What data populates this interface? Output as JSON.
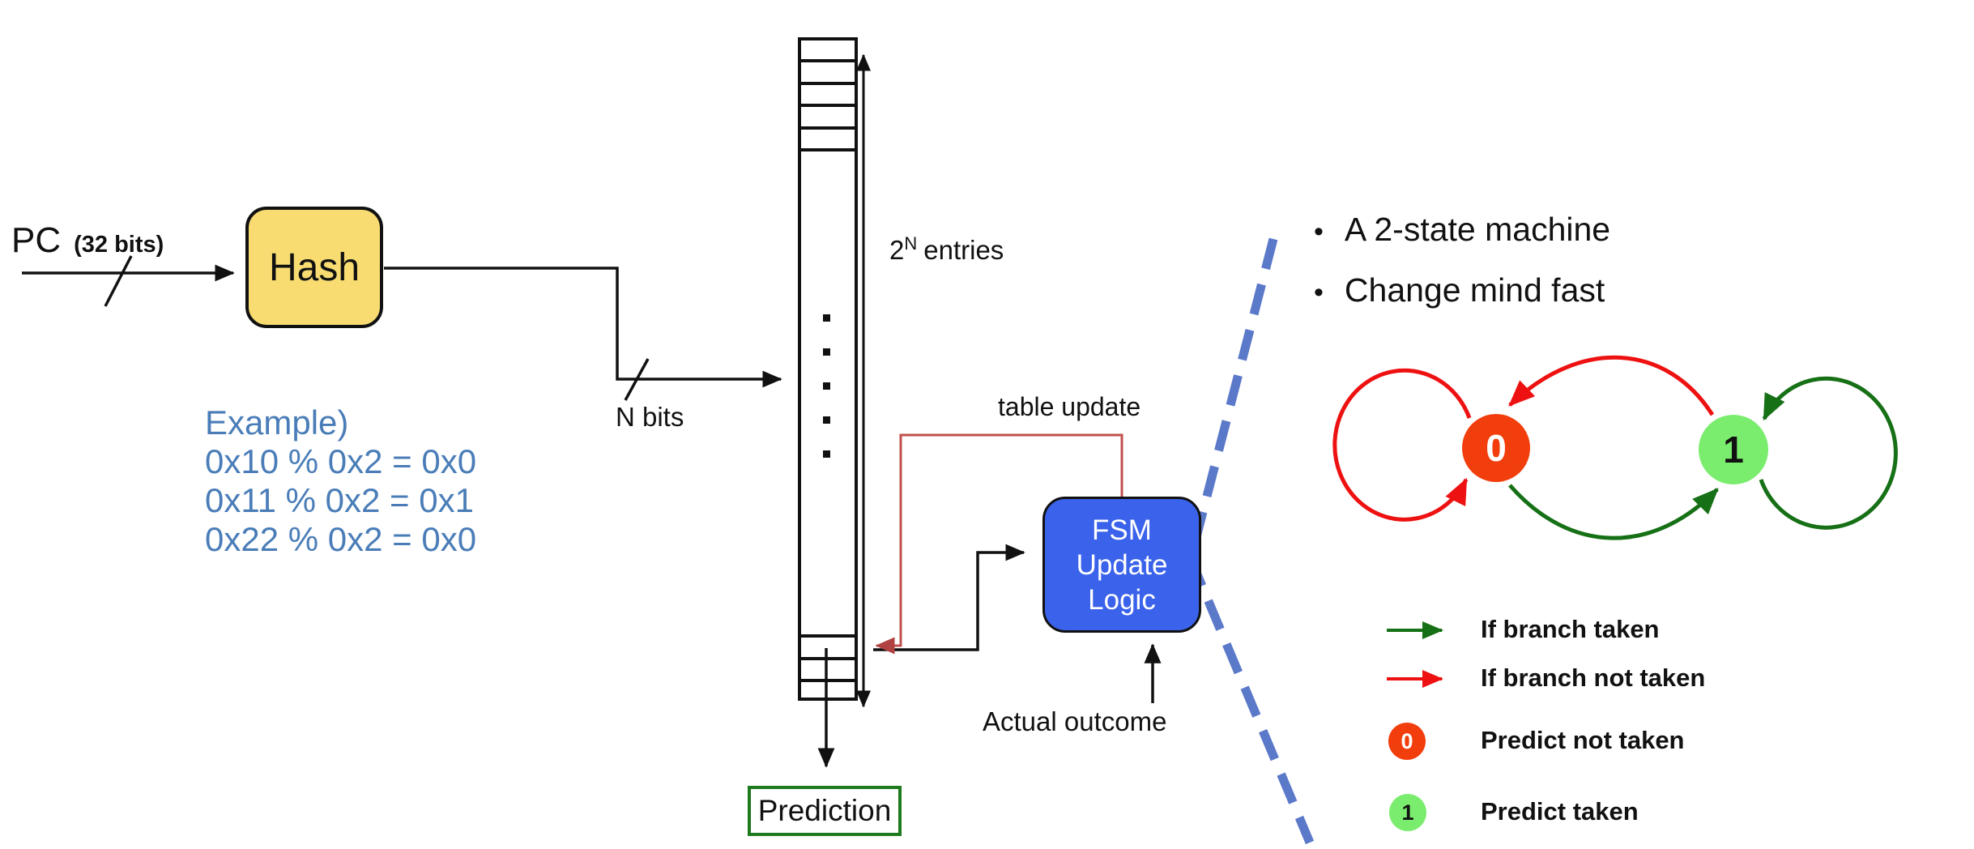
{
  "pc": {
    "label": "PC",
    "width_note": "(32 bits)"
  },
  "hash": {
    "label": "Hash"
  },
  "example": {
    "heading": "Example)",
    "lines": [
      "0x10 % 0x2 = 0x0",
      "0x11 % 0x2 = 0x1",
      "0x22 % 0x2 = 0x0"
    ]
  },
  "labels": {
    "n_bits": "N bits",
    "table_update": "table update",
    "actual_outcome": "Actual outcome"
  },
  "entries": {
    "base": "2",
    "exp": "N",
    "suffix": "entries"
  },
  "fsm": {
    "line1": "FSM",
    "line2": "Update",
    "line3": "Logic"
  },
  "prediction": {
    "label": "Prediction"
  },
  "bullets": [
    "A 2-state machine",
    "Change mind fast"
  ],
  "states": {
    "zero": "0",
    "one": "1"
  },
  "legend": {
    "taken": "If branch taken",
    "not_taken": "If branch not taken",
    "state0": "0",
    "predict_not_taken": "Predict not taken",
    "state1": "1",
    "predict_taken": "Predict taken"
  },
  "colors": {
    "hash_fill": "#f8dc72",
    "fsm_fill": "#3a62ea",
    "state0_fill": "#f23e0d",
    "state1_fill": "#7bed6e",
    "arc_red": "#ee1111",
    "arc_green": "#167016",
    "wire_red": "#c0504d",
    "divider_blue": "#5b79c9",
    "example_blue": "#4a7db8",
    "prediction_border": "#1e7a1e",
    "wire_black": "#111111"
  }
}
